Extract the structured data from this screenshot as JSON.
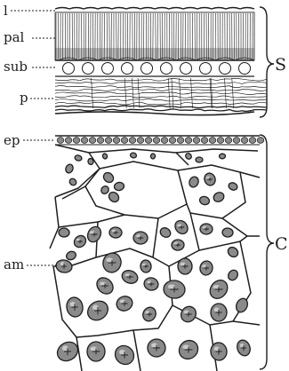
{
  "figure": {
    "seed_coat_labels": {
      "l": "l",
      "pal": "pal",
      "sub": "sub",
      "p": "p"
    },
    "seed_coat_bracket": "S",
    "cotyledon_labels": {
      "ep": "ep",
      "am": "am"
    },
    "cotyledon_bracket": "C",
    "colors": {
      "ink": "#1e1e1e",
      "paper": "#ffffff",
      "shade": "#8a8a8a"
    }
  }
}
